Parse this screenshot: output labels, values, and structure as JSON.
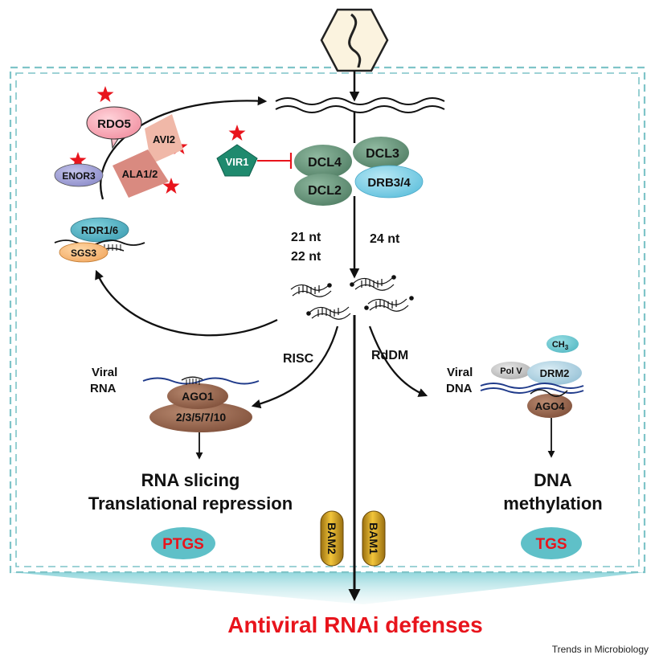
{
  "nodes": {
    "rdo5": "RDO5",
    "avi2": "AVI2",
    "enor3": "ENOR3",
    "ala12": "ALA1/2",
    "rdr16": "RDR1/6",
    "sgs3": "SGS3",
    "vir1": "VIR1",
    "dcl4": "DCL4",
    "dcl3": "DCL3",
    "dcl2": "DCL2",
    "drb34": "DRB3/4",
    "ago1": "AGO1",
    "ago_multi": "2/3/5/7/10",
    "polv": "Pol V",
    "drm2": "DRM2",
    "ch3": "CH",
    "ch3_sub": "3",
    "ago4": "AGO4",
    "bam2": "BAM2",
    "bam1": "BAM1"
  },
  "labels": {
    "nt21": "21 nt",
    "nt22": "22 nt",
    "nt24": "24 nt",
    "risc": "RISC",
    "rddm": "RdDM",
    "viral_rna_1": "Viral",
    "viral_rna_2": "RNA",
    "viral_dna_1": "Viral",
    "viral_dna_2": "DNA",
    "ptgs_outcome_1": "RNA slicing",
    "ptgs_outcome_2": "Translational repression",
    "tgs_outcome_1": "DNA",
    "tgs_outcome_2": "methylation",
    "ptgs": "PTGS",
    "tgs": "TGS"
  },
  "title": "Antiviral RNAi defenses",
  "source": "Trends in Microbiology",
  "colors": {
    "red_accent": "#e8141c",
    "dashed_border": "#7fc4c8",
    "dcl_green": "#5f8f74",
    "drb_blue": "#7fcfe6",
    "ago_brown": "#8a5a44",
    "bam_gold": "#d9a520",
    "ptgs_teal": "#5fc0c8"
  }
}
